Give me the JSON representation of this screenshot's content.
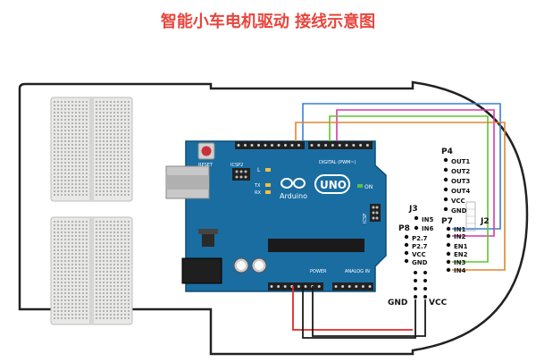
{
  "title": "智能小车电机驱动 接线示意图",
  "colors": {
    "title": "#e8453c",
    "board": "#1a6da1",
    "wire_blue": "#3a7fd6",
    "wire_pink": "#d63aa8",
    "wire_green": "#5ec72c",
    "wire_orange": "#e0862e"
  },
  "arduino": {
    "reset": "RESET",
    "icsp2": "ICSP2",
    "icsp": "ICSP",
    "led_l": "L",
    "led_tx": "TX",
    "led_rx": "RX",
    "brand": "Arduino",
    "model": "UNO",
    "on": "ON",
    "digital": "DIGITAL (PWM~)",
    "power": "POWER",
    "analog": "ANALOG IN"
  },
  "driver": {
    "p4": "P4",
    "out1": "OUT1",
    "out2": "OUT2",
    "out3": "OUT3",
    "out4": "OUT4",
    "vcc": "VCC",
    "gnd": "GND",
    "j3": "J3",
    "in5": "IN5",
    "in6": "IN6",
    "p8": "P8",
    "p27a": "P2.7",
    "p27b": "P2.7",
    "vcc2": "VCC",
    "gnd2": "GND",
    "p7": "P7",
    "j2": "J2",
    "in1": "IN1",
    "in2": "IN2",
    "en1": "EN1",
    "en2": "EN2",
    "in3": "IN3",
    "in4": "IN4",
    "pwr_gnd": "GND",
    "pwr_vcc": "VCC"
  }
}
